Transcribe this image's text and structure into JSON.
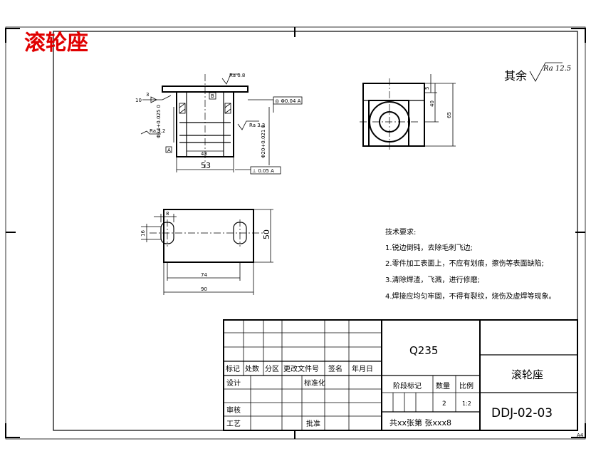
{
  "header": {
    "red_title": "滚轮座"
  },
  "surface_finish": {
    "label": "其余",
    "value": "Ra 12.5"
  },
  "front_view": {
    "dims": {
      "d1": "43",
      "d2": "53",
      "dia_left": "Φ34+0.025\n0",
      "dia_right": "Φ20+0.021\n0",
      "step": "3",
      "num10": "10"
    },
    "roughness": [
      "Ra 0.8",
      "Ra 3.2",
      "Ra 3.2"
    ],
    "datum": "A",
    "tol1": "◎ Φ0.04 A",
    "tol2": "⊥ 0.05 A"
  },
  "side_view": {
    "dims": {
      "d5": "5",
      "d40": "40",
      "d65": "65"
    }
  },
  "plan_view": {
    "dims": {
      "d8": "8",
      "d16": "16",
      "d50": "50",
      "d74": "74",
      "d90": "90"
    }
  },
  "tech_requirements": {
    "title": "技术要求:",
    "items": [
      "1.锐边倒钝，去除毛刺飞边;",
      "2.零件加工表面上，不应有划痕，擦伤等表面缺陷;",
      "3.清除焊渣，飞溅，进行修磨;",
      "4.焊接应均匀牢固，不得有裂纹，烧伤及虚焊等现象。"
    ]
  },
  "title_block": {
    "material": "Q235",
    "part_name": "滚轮座",
    "drawing_no": "DDJ-02-03",
    "headers": [
      "标记",
      "处数",
      "分区",
      "更改文件号",
      "签名",
      "年月日"
    ],
    "rows": {
      "design": "设计",
      "standardize": "标准化",
      "review": "审核",
      "process": "工艺",
      "approve": "批准"
    },
    "stage_label": "阶段标记",
    "qty_label": "数量",
    "scale_label": "比例",
    "qty": "2",
    "scale": "1:2",
    "sheet_info": "共xx张第 张xxx8"
  },
  "sheet_size": "A4"
}
